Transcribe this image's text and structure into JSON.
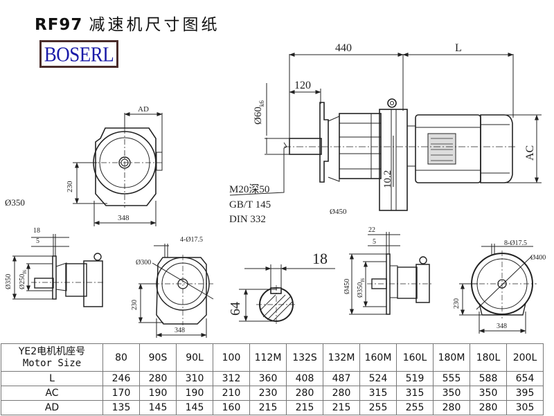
{
  "header": {
    "title_model": "RF97",
    "title_cn": "减速机尺寸图纸",
    "brand": "BOSERL"
  },
  "main_view": {
    "dim_440": "440",
    "dim_L": "L",
    "dim_120": "120",
    "dim_shaft_dia": "Ø60",
    "dim_shaft_tol": "k6",
    "dim_10_2": "10.2",
    "dim_AC": "AC",
    "dim_flange_dia": "Ø450",
    "note_thread": "M20深50",
    "note_std1": "GB/T 145",
    "note_std2": "DIN 332"
  },
  "end_view_top": {
    "dim_AD": "AD",
    "dim_230": "230",
    "dim_348": "348",
    "dim_flange_dia": "Ø350"
  },
  "side_view_small": {
    "dim_18": "18",
    "dim_5": "5",
    "dim_outer": "Ø350",
    "dim_pilot": "Ø250",
    "dim_pilot_tol": "f6"
  },
  "end_view_small": {
    "dim_holes": "4-Ø17.5",
    "dim_pcd": "Ø300",
    "dim_230": "230",
    "dim_348": "348"
  },
  "key_section": {
    "dim_key_width": "18",
    "dim_height": "64"
  },
  "side_view_large": {
    "dim_22": "22",
    "dim_5": "5",
    "dim_outer": "Ø450",
    "dim_pilot": "Ø350",
    "dim_pilot_tol": "f6"
  },
  "end_view_large": {
    "dim_holes": "8-Ø17.5",
    "dim_pcd": "Ø400",
    "dim_230": "230",
    "dim_348": "348"
  },
  "table": {
    "header_cn": "YE2电机机座号",
    "header_en": "Motor Size",
    "columns": [
      "80",
      "90S",
      "90L",
      "100",
      "112M",
      "132S",
      "132M",
      "160M",
      "160L",
      "180M",
      "180L",
      "200L"
    ],
    "rows": [
      {
        "label": "L",
        "values": [
          "246",
          "280",
          "310",
          "312",
          "360",
          "408",
          "487",
          "524",
          "519",
          "555",
          "588",
          "654"
        ]
      },
      {
        "label": "AC",
        "values": [
          "170",
          "190",
          "190",
          "210",
          "230",
          "280",
          "280",
          "315",
          "315",
          "350",
          "350",
          "395"
        ]
      },
      {
        "label": "AD",
        "values": [
          "135",
          "145",
          "145",
          "160",
          "215",
          "215",
          "215",
          "255",
          "255",
          "280",
          "280",
          "305"
        ]
      }
    ]
  }
}
